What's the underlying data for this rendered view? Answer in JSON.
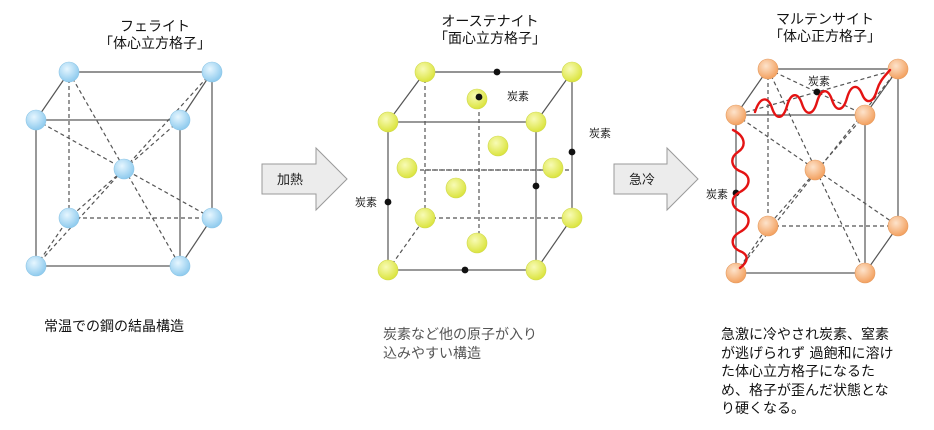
{
  "ferrite": {
    "title": "フェライト",
    "structure": "「体心立方格子」",
    "description": "常温での鋼の結晶構造",
    "atom_color": "#a9d8f2"
  },
  "austenite": {
    "title": "オーステナイト",
    "structure": "「面心立方格子」",
    "carbon_label": "炭素",
    "description_lines": [
      "炭素など他の原子が入り",
      "込みやすい構造"
    ],
    "atom_color": "#e6ee5e"
  },
  "martensite": {
    "title": "マルテンサイト",
    "structure": "「体心正方格子」",
    "carbon_label": "炭素",
    "description_lines": [
      "急激に冷やされ炭素、窒素",
      "が逃げられず 過飽和に溶け",
      "た体心立方格子になるた",
      "め、格子が歪んだ状態とな",
      "り硬くなる。"
    ],
    "atom_color": "#f7b27a",
    "strain_color": "#e41313"
  },
  "arrows": {
    "heating": "加熱",
    "quenching": "急冷"
  }
}
